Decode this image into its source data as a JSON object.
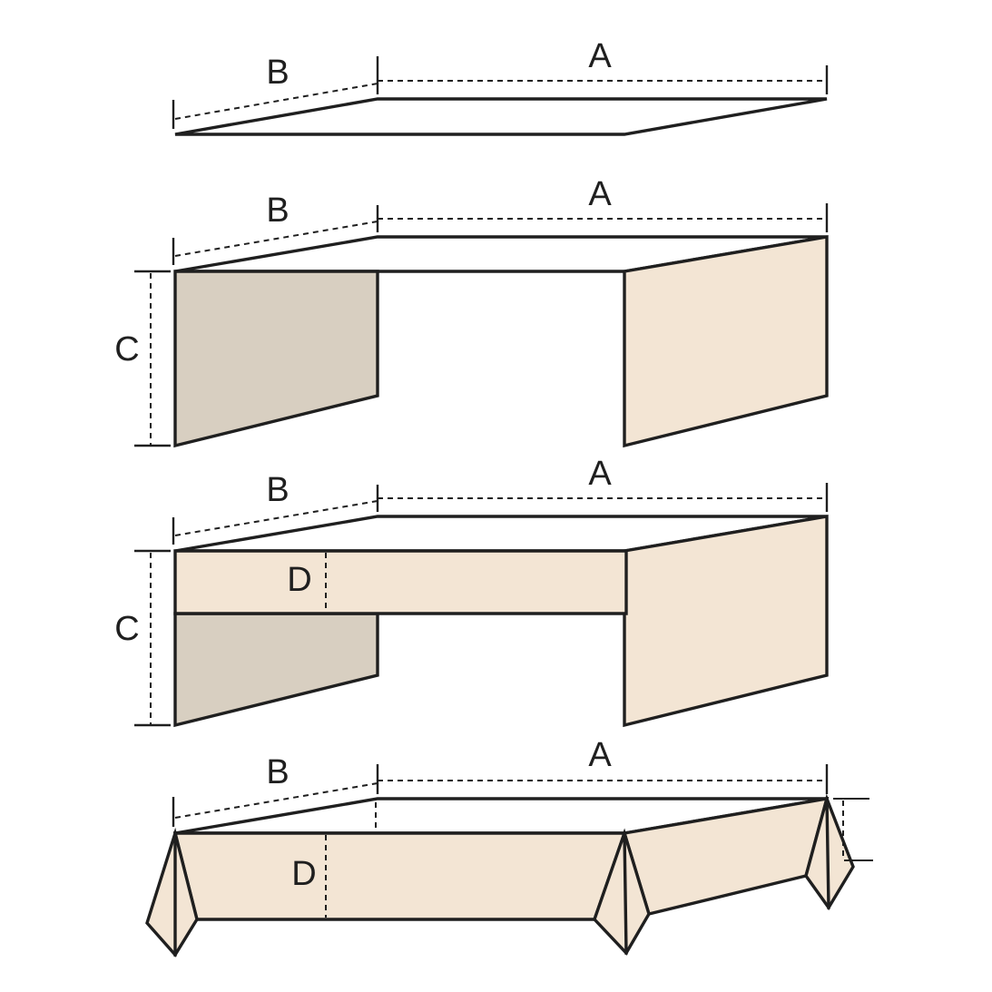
{
  "labels": {
    "a": "A",
    "b": "B",
    "c": "C",
    "d": "D"
  },
  "colors": {
    "outline": "#1f1f1f",
    "cloth_front": "#f3e5d4",
    "cloth_side_shaded": "#d8cfc1",
    "table_top": "#ffffff",
    "background": "#ffffff"
  }
}
